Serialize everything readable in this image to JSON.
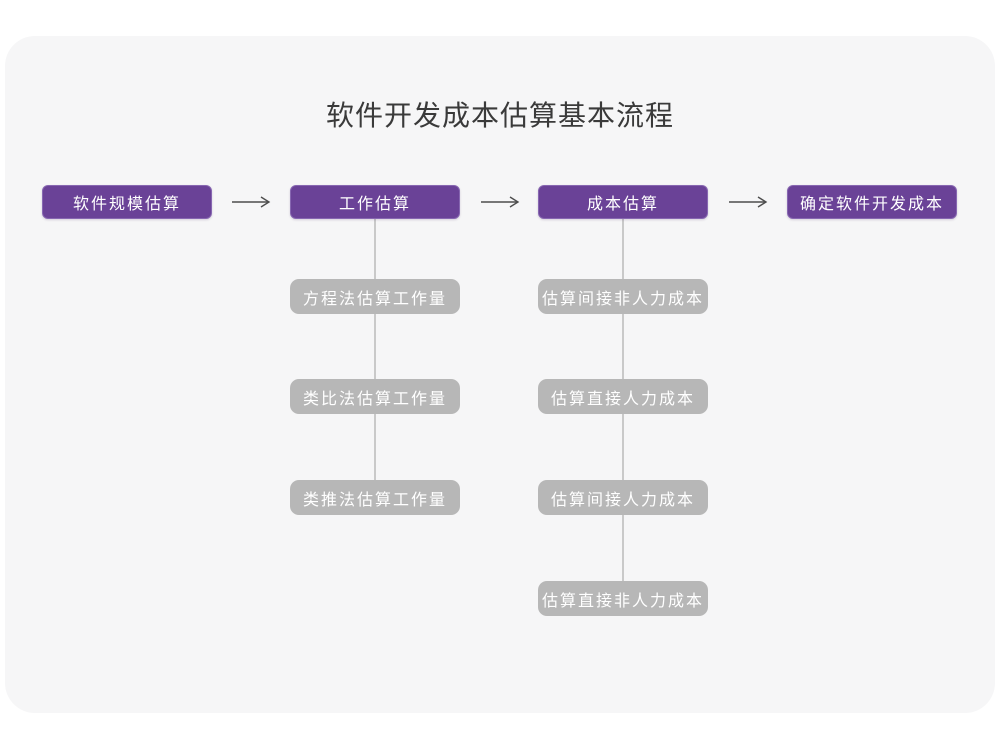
{
  "title": "软件开发成本估算基本流程",
  "colors": {
    "accent_purple": "#6a4297",
    "substep_gray": "#b7b7b7",
    "connector": "#c9c9c9",
    "arrow": "#4d4d4d",
    "title_text": "#3a3a3a",
    "card_bg": "#f6f6f7"
  },
  "flow": {
    "main_steps": [
      "软件规模估算",
      "工作估算",
      "成本估算",
      "确定软件开发成本"
    ],
    "work_substeps": [
      "方程法估算工作量",
      "类比法估算工作量",
      "类推法估算工作量"
    ],
    "cost_substeps": [
      "估算间接非人力成本",
      "估算直接人力成本",
      "估算间接人力成本",
      "估算直接非人力成本"
    ]
  }
}
